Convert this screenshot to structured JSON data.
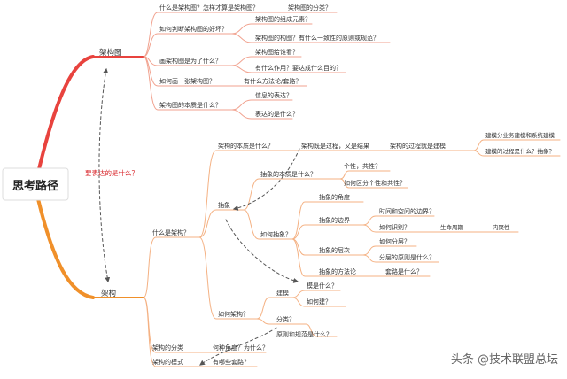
{
  "root": "思考路径",
  "relation_label": "要表达的是什么？",
  "watermark": "头条 @技术联盟总坛",
  "colors": {
    "branch_top": "#e8433e",
    "branch_bottom": "#f0902a",
    "line": "#f4b183",
    "text": "#333333",
    "relation": "#d9262b",
    "dashed": "#555555"
  },
  "branches": {
    "architecture_diagram": {
      "label": "架构图",
      "items": [
        {
          "label": "什么是架构图？怎样才算是架构图？",
          "children": [
            "架构图的分类？"
          ]
        },
        {
          "label": "如何判断架构图的好坏？",
          "children": [
            "架构图的组成元素？",
            "架构图的构图？有什么一致性的原则或规范？"
          ]
        },
        {
          "label": "画架构图是为了什么？",
          "children": [
            "架构图给谁看？",
            "有什么作用？要达成什么目的？"
          ]
        },
        {
          "label": "如何画一张架构图？",
          "children": [
            "有什么方法论/套路？"
          ]
        },
        {
          "label": "架构图的本质是什么？",
          "children": [
            "信息的表达？",
            "表达的是什么？"
          ]
        }
      ]
    },
    "architecture": {
      "label": "架构",
      "what": {
        "label": "什么是架构？",
        "essence": {
          "label": "架构的本质是什么？",
          "answer": "架构既是过程，又是结果",
          "process": "架构的过程就是建模",
          "modeling": [
            "建模分业务建模和系统建模",
            "建模的过程是什么？抽象？"
          ]
        },
        "abstraction": {
          "label": "抽象",
          "essence": {
            "label": "抽象的本质是什么？",
            "children": [
              "个性，共性？",
              "如何区分个性和共性？"
            ]
          },
          "how": {
            "label": "如何抽象？",
            "angle": "抽象的角度",
            "boundary": {
              "label": "抽象的边界",
              "children": [
                "时间和空间的边界？",
                "如何识别？"
              ],
              "identify": [
                "生命周期",
                "内聚性"
              ]
            },
            "layers": {
              "label": "抽象的层次",
              "children": [
                "如何分层？",
                "分层的原则是什么？"
              ]
            },
            "method": {
              "label": "抽象的方法论",
              "children": [
                "套路是什么？"
              ]
            }
          }
        },
        "how_to": {
          "label": "如何架构？",
          "modeling": {
            "label": "建模",
            "children": [
              "模是什么？",
              "如何建？"
            ]
          },
          "classify": {
            "label": "分类？",
            "children": [
              "原则和规范是什么？"
            ]
          }
        }
      },
      "classification": {
        "label": "架构的分类",
        "child": "何种角度？为什么？"
      },
      "pattern": {
        "label": "架构的模式",
        "child": "有哪些套路？"
      }
    }
  }
}
